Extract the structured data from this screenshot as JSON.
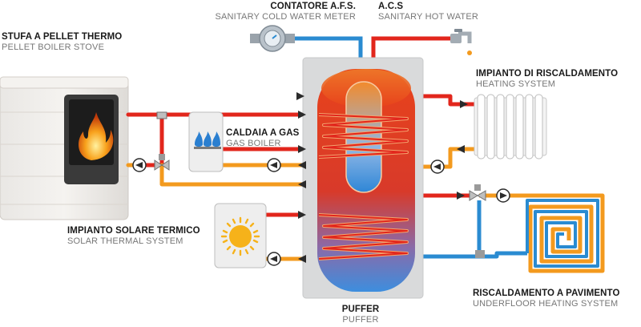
{
  "labels": {
    "pellet_stove": {
      "title": "STUFA A PELLET THERMO",
      "subtitle": "PELLET BOILER STOVE"
    },
    "cold_meter": {
      "title": "CONTATORE A.F.S.",
      "subtitle": "SANITARY COLD WATER METER"
    },
    "hot_water": {
      "title": "A.C.S",
      "subtitle": "SANITARY HOT WATER"
    },
    "heating": {
      "title": "IMPIANTO DI RISCALDAMENTO",
      "subtitle": "HEATING SYSTEM"
    },
    "gas_boiler": {
      "title": "CALDAIA A GAS",
      "subtitle": "GAS BOILER"
    },
    "solar": {
      "title": "IMPIANTO SOLARE TERMICO",
      "subtitle": "SOLAR THERMAL SYSTEM"
    },
    "underfloor": {
      "title": "RISCALDAMENTO A PAVIMENTO",
      "subtitle": "UNDERFLOOR HEATING SYSTEM"
    },
    "puffer": {
      "title": "PUFFER",
      "subtitle": "PUFFER"
    }
  },
  "colors": {
    "hot_pipe": "#e2261c",
    "return_pipe": "#f39a1e",
    "cold_pipe": "#2a8bd1",
    "tank_outer": "#d9dadb",
    "tank_hot": "#ec3a20",
    "tank_cold": "#4c8fd6"
  },
  "icons": [
    "flame-icon",
    "sun-icon",
    "water-meter-icon",
    "tap-icon",
    "radiator-icon",
    "pump-icon",
    "three-way-valve-icon"
  ]
}
